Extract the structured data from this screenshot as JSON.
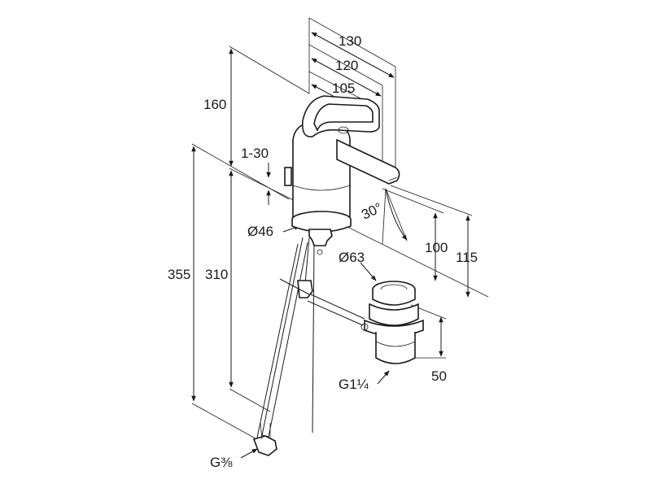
{
  "dimensions": {
    "d130": "130",
    "d120": "120",
    "d105": "105",
    "d160": "160",
    "d1_30": "1-30",
    "angle": "30°",
    "dia46": "Ø46",
    "d100": "100",
    "d115": "115",
    "dia63": "Ø63",
    "d355": "355",
    "d310": "310",
    "d50": "50",
    "g114": "G1¼",
    "g38": "G⅜"
  }
}
